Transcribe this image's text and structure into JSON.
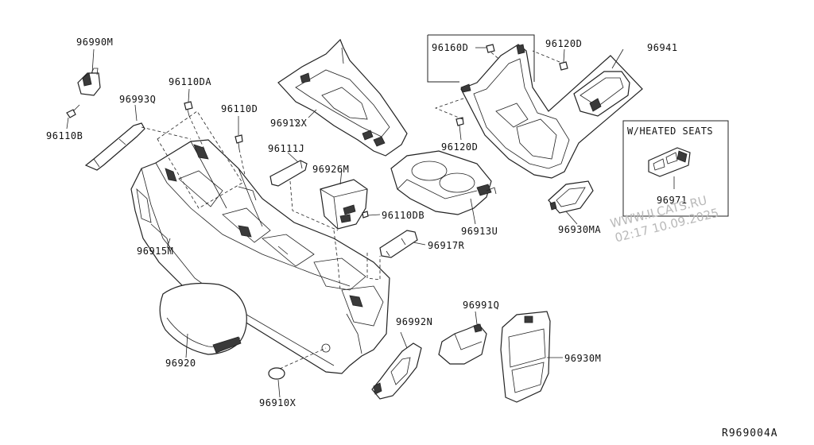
{
  "labels": {
    "p96990M": "96990M",
    "p96110B": "96110B",
    "p96993Q": "96993Q",
    "p96110DA": "96110DA",
    "p96110D": "96110D",
    "p96912X": "96912X",
    "p96111J": "96111J",
    "p96926M": "96926M",
    "p96110DB": "96110DB",
    "p96913U": "96913U",
    "p96160D": "96160D",
    "p96120D_top": "96120D",
    "p96941": "96941",
    "p96120D_mid": "96120D",
    "p96930MA": "96930MA",
    "p96971": "96971",
    "p96915M": "96915M",
    "p96917R": "96917R",
    "p96920": "96920",
    "p96992N": "96992N",
    "p96991Q": "96991Q",
    "p96930M": "96930M",
    "p96910X": "96910X"
  },
  "inset": {
    "title": "W/HEATED SEATS"
  },
  "watermark": {
    "site": "WWW.ILCATS.RU",
    "datetime": "02:17 10.09.2025"
  },
  "diagram_ref": "R969004A",
  "colors": {
    "ink": "#222222",
    "watermark": "#b9b9b9",
    "background": "#ffffff"
  }
}
